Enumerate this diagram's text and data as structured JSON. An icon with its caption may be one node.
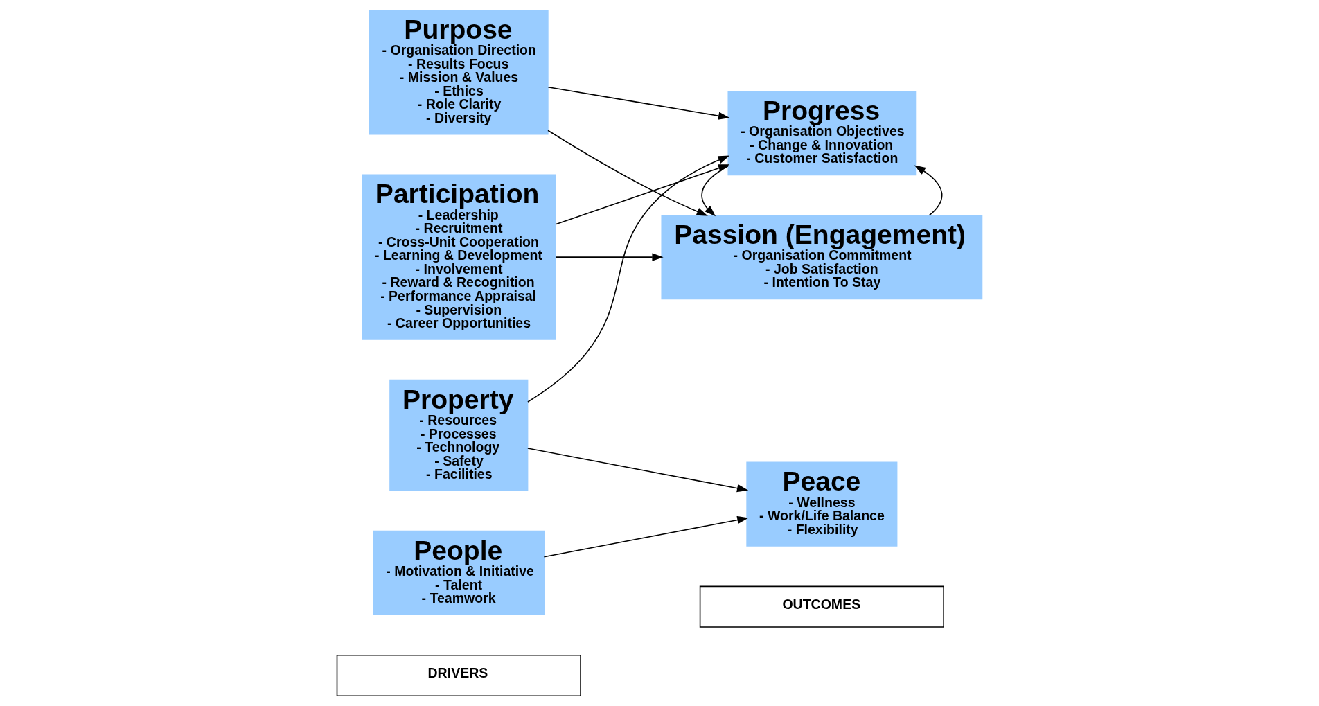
{
  "diagram": {
    "nodes": [
      {
        "text": [
          "DRIVERS"
        ]
      },
      {
        "text": [
          "OUTCOMES"
        ]
      },
      {
        "text": [
          "Purpose",
          "- Organisation Direction",
          "- Results Focus",
          "- Mission & Values",
          "- Ethics",
          "- Role Clarity",
          "- Diversity"
        ]
      },
      {
        "text": [
          "Participation",
          "- Leadership",
          "- Recruitment",
          "- Cross-Unit Cooperation",
          "- Learning & Development",
          "- Involvement",
          "- Reward & Recognition",
          "- Performance Appraisal",
          "- Supervision",
          "- Career Opportunities"
        ]
      },
      {
        "text": [
          "People",
          "- Motivation & Initiative",
          "- Talent",
          "- Teamwork"
        ]
      },
      {
        "text": [
          "Peace",
          "- Wellness",
          "- Work/Life Balance",
          "- Flexibility"
        ]
      },
      {
        "text": [
          "Passion (Engagement)",
          "- Organisation Commitment",
          "- Job Satisfaction",
          "- Intention To Stay"
        ]
      },
      {
        "text": [
          "Property",
          "- Resources",
          "- Processes",
          "- Technology",
          "- Safety",
          "- Facilities"
        ]
      },
      {
        "text": [
          "Progress",
          "- Organisation Objectives",
          "- Change & Innovation",
          "- Customer Satisfaction"
        ]
      }
    ],
    "edges": [
      {
        "from": 2,
        "to": 6,
        "arrow": "to"
      },
      {
        "from": 3,
        "to": 6,
        "arrow": "to"
      },
      {
        "from": 4,
        "to": 5,
        "arrow": "to"
      },
      {
        "from": 2,
        "to": 8,
        "arrow": "to"
      },
      {
        "from": 3,
        "to": 8,
        "arrow": "to"
      },
      {
        "from": 7,
        "to": 5,
        "arrow": "to"
      },
      {
        "from": 7,
        "to": 8,
        "arrow": "to"
      },
      {
        "from": 6,
        "to": 8,
        "arrow": "to"
      },
      {
        "from": 8,
        "to": 6,
        "arrow": "to"
      }
    ]
  }
}
